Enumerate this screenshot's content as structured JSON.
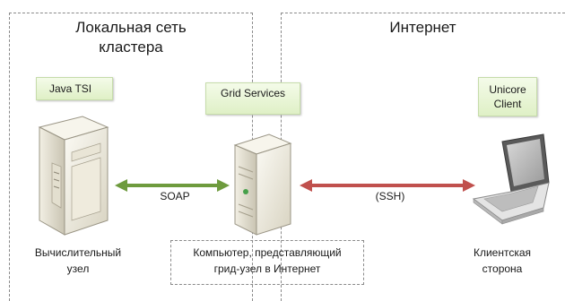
{
  "zones": {
    "local_title": "Локальная сеть\nкластера",
    "internet_title": "Интернет"
  },
  "nodes": {
    "java_tsi": "Java TSI",
    "grid_services": "Grid Services",
    "unicore_client": "Unicore\nClient"
  },
  "labels": {
    "compute_node": "Вычислительный\nузел",
    "grid_node": "Компьютер, представляющий\nгрид-узел в Интернет",
    "client_side": "Клиентская\nсторона"
  },
  "connections": {
    "soap": "SOAP",
    "ssh": "(SSH)"
  },
  "colors": {
    "soap_arrow": "#6e9b3e",
    "ssh_arrow": "#c0504d",
    "tag_fill": "#e6f3d3"
  }
}
